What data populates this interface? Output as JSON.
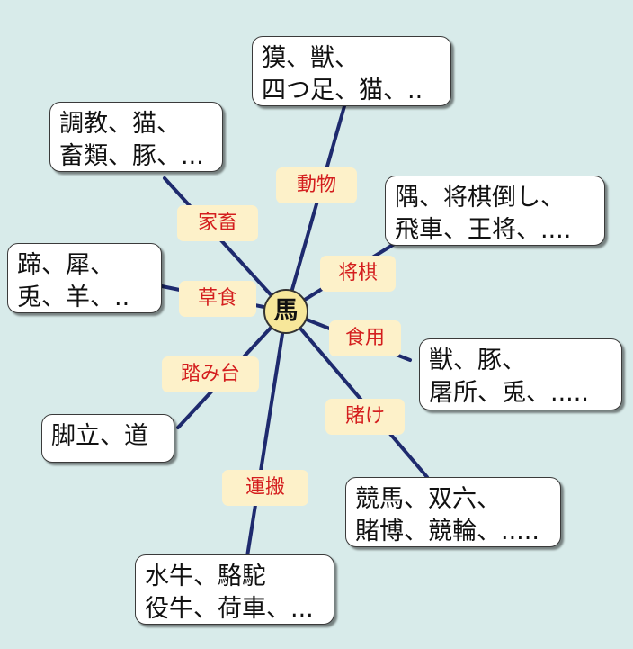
{
  "hub": "馬",
  "colors": {
    "background": "#d8ebea",
    "line": "#1e2a6e",
    "relation_text": "#d41e1e",
    "relation_fill": "#fdf1c9",
    "hub_fill": "#f7e79a"
  },
  "branches": [
    {
      "id": "doubutsu",
      "relation": "動物",
      "lines": [
        "獏、獣、",
        "四つ足、猫、.."
      ]
    },
    {
      "id": "kachiku",
      "relation": "家畜",
      "lines": [
        "調教、猫、",
        "畜類、豚、..."
      ]
    },
    {
      "id": "shougi",
      "relation": "将棋",
      "lines": [
        "隅、将棋倒し、",
        "飛車、王将、...."
      ]
    },
    {
      "id": "soushoku",
      "relation": "草食",
      "lines": [
        "蹄、犀、",
        "兎、羊、.."
      ]
    },
    {
      "id": "shokuyou",
      "relation": "食用",
      "lines": [
        "獣、豚、",
        "屠所、兎、....."
      ]
    },
    {
      "id": "fumidai",
      "relation": "踏み台",
      "lines": [
        "脚立、道"
      ]
    },
    {
      "id": "kake",
      "relation": "賭け",
      "lines": [
        "競馬、双六、",
        "賭博、競輪、....."
      ]
    },
    {
      "id": "unpan",
      "relation": "運搬",
      "lines": [
        "水牛、駱駝",
        "役牛、荷車、..."
      ]
    }
  ]
}
